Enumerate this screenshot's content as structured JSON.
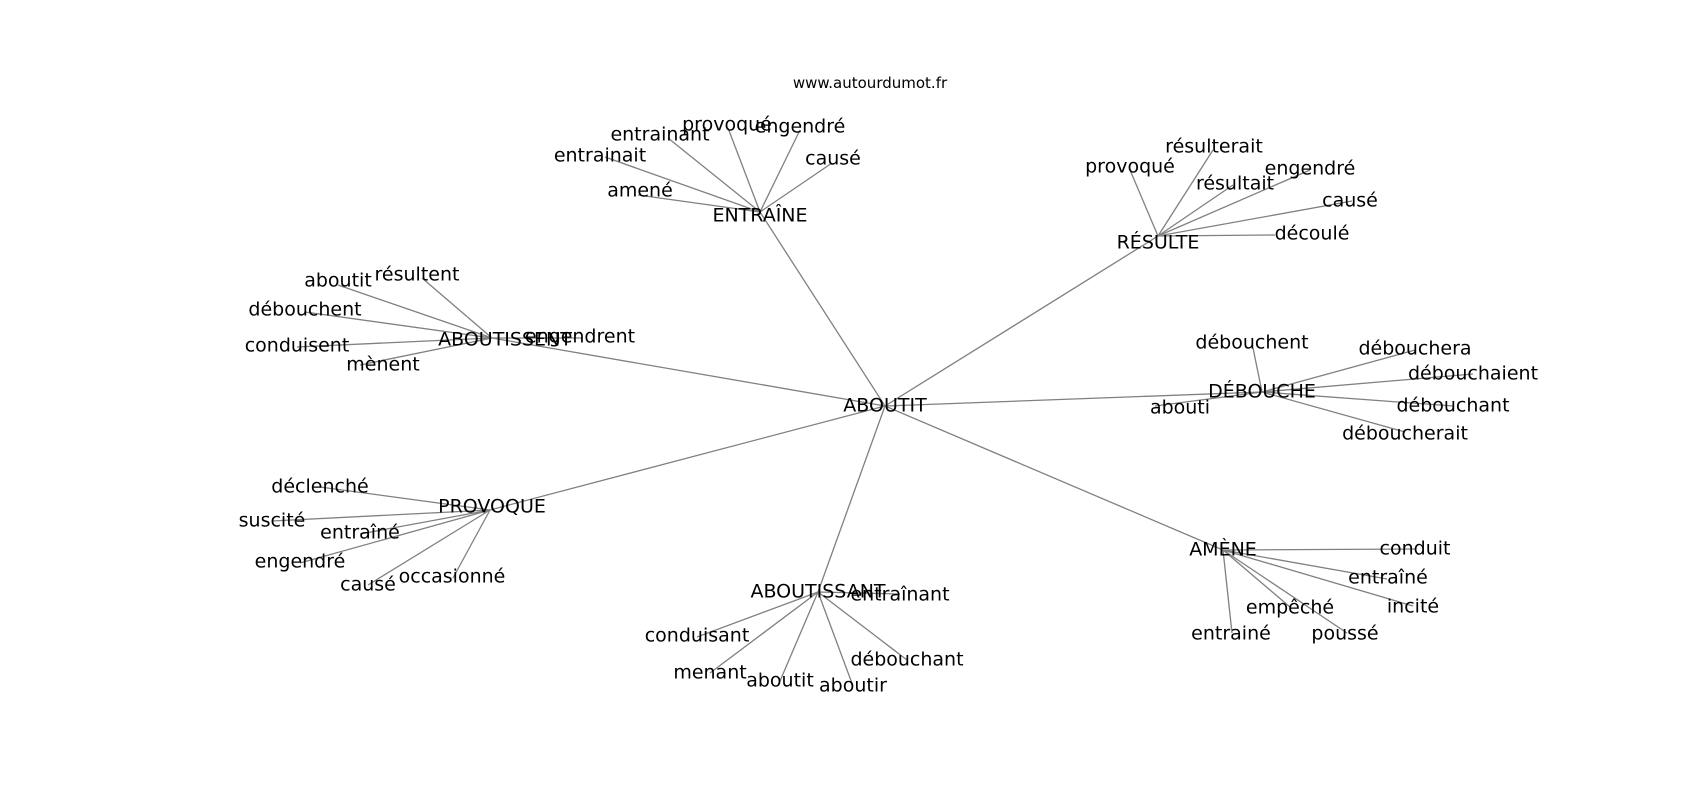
{
  "watermark": "www.autourdumot.fr",
  "colors": {
    "edge": "#808080",
    "text": "#000000",
    "background": "#ffffff"
  },
  "graph": {
    "root": "ABOUTIT",
    "clusters": [
      {
        "hub": "ENTRAÎNE",
        "words": [
          "entrainant",
          "provoqué",
          "engendré",
          "entrainait",
          "causé",
          "amené"
        ]
      },
      {
        "hub": "RÉSULTE",
        "words": [
          "résulterait",
          "provoqué",
          "engendré",
          "résultait",
          "causé",
          "découlé"
        ]
      },
      {
        "hub": "ABOUTISSENT",
        "words": [
          "résultent",
          "aboutit",
          "débouchent",
          "engendrent",
          "conduisent",
          "mènent"
        ]
      },
      {
        "hub": "DÉBOUCHE",
        "words": [
          "débouchent",
          "débouchera",
          "débouchaient",
          "débouchant",
          "abouti",
          "déboucherait"
        ]
      },
      {
        "hub": "PROVOQUE",
        "words": [
          "déclenché",
          "suscité",
          "entraîné",
          "engendré",
          "causé",
          "occasionné"
        ]
      },
      {
        "hub": "AMÈNE",
        "words": [
          "conduit",
          "entraîné",
          "incité",
          "empêché",
          "poussé",
          "entrainé"
        ]
      },
      {
        "hub": "ABOUTISSANT",
        "words": [
          "entraînant",
          "conduisant",
          "débouchant",
          "menant",
          "aboutit",
          "aboutir"
        ]
      }
    ]
  }
}
